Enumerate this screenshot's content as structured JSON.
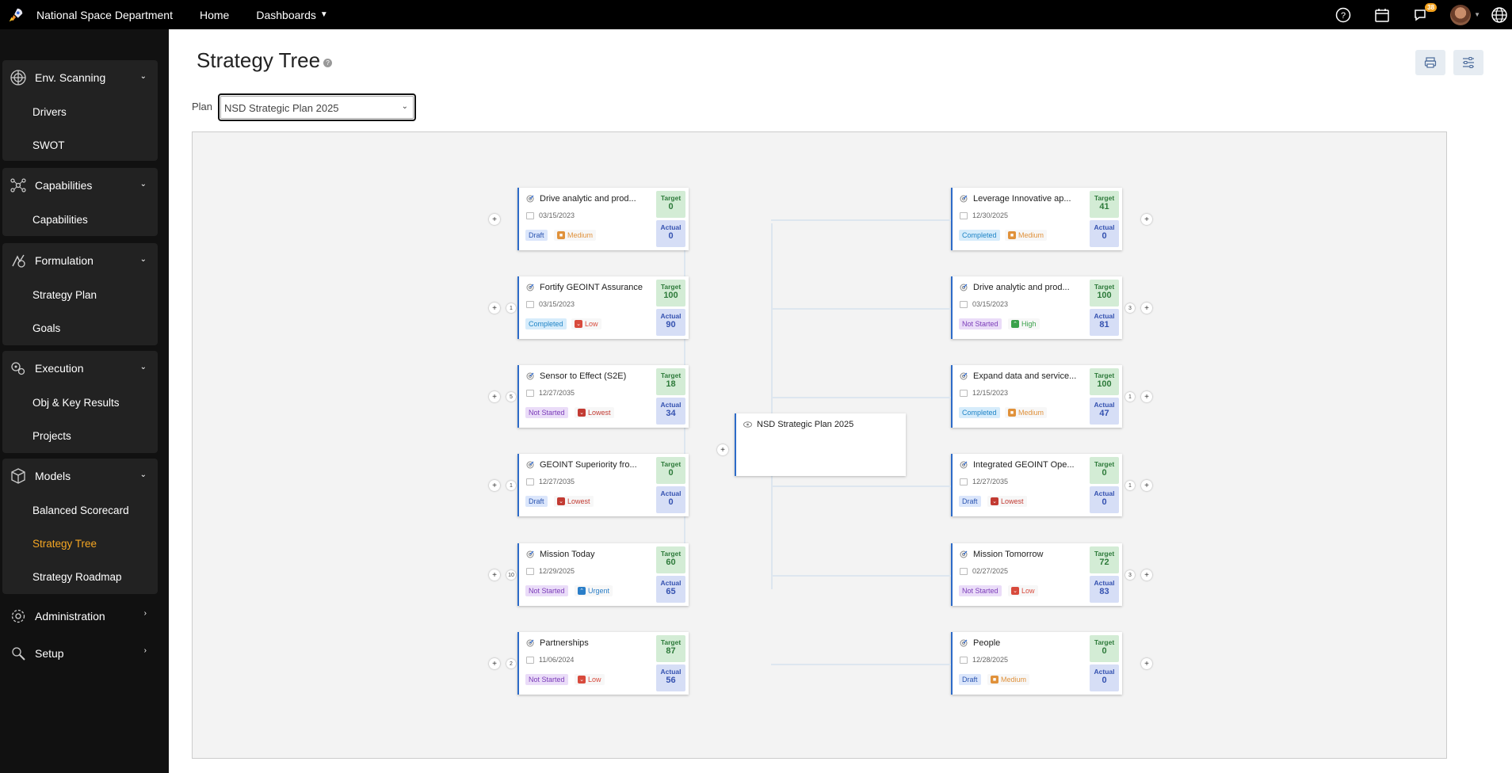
{
  "app": {
    "title": "National Space Department",
    "notifications": "38"
  },
  "nav": {
    "home": "Home",
    "dashboards": "Dashboards"
  },
  "sidebar": {
    "groups": [
      {
        "label": "Env. Scanning",
        "items": [
          "Drivers",
          "SWOT"
        ]
      },
      {
        "label": "Capabilities",
        "items": [
          "Capabilities"
        ]
      },
      {
        "label": "Formulation",
        "items": [
          "Strategy Plan",
          "Goals"
        ]
      },
      {
        "label": "Execution",
        "items": [
          "Obj & Key Results",
          "Projects"
        ]
      },
      {
        "label": "Models",
        "items": [
          "Balanced Scorecard",
          "Strategy Tree",
          "Strategy Roadmap"
        ]
      }
    ],
    "administration": "Administration",
    "setup": "Setup",
    "active_color": "#f5a623"
  },
  "page": {
    "title": "Strategy Tree",
    "help": "?",
    "plan_label": "Plan",
    "plan_value": "NSD Strategic Plan 2025"
  },
  "tree": {
    "root": {
      "title": "NSD Strategic Plan 2025"
    },
    "labels": {
      "target": "Target",
      "actual": "Actual"
    },
    "left": [
      {
        "title": "Drive analytic and prod...",
        "date": "03/15/2023",
        "status": "Draft",
        "priority": "Medium",
        "target": "0",
        "actual": "0",
        "count": ""
      },
      {
        "title": "Fortify GEOINT Assurance",
        "date": "03/15/2023",
        "status": "Completed",
        "priority": "Low",
        "target": "100",
        "actual": "90",
        "count": "1"
      },
      {
        "title": "Sensor to Effect (S2E)",
        "date": "12/27/2035",
        "status": "Not Started",
        "priority": "Lowest",
        "target": "18",
        "actual": "34",
        "count": "5"
      },
      {
        "title": "GEOINT Superiority fro...",
        "date": "12/27/2035",
        "status": "Draft",
        "priority": "Lowest",
        "target": "0",
        "actual": "0",
        "count": "1"
      },
      {
        "title": "Mission Today",
        "date": "12/29/2025",
        "status": "Not Started",
        "priority": "Urgent",
        "target": "60",
        "actual": "65",
        "count": "10"
      },
      {
        "title": "Partnerships",
        "date": "11/06/2024",
        "status": "Not Started",
        "priority": "Low",
        "target": "87",
        "actual": "56",
        "count": "2"
      }
    ],
    "right": [
      {
        "title": "Leverage Innovative ap...",
        "date": "12/30/2025",
        "status": "Completed",
        "priority": "Medium",
        "target": "41",
        "actual": "0",
        "count": ""
      },
      {
        "title": "Drive analytic and prod...",
        "date": "03/15/2023",
        "status": "Not Started",
        "priority": "High",
        "target": "100",
        "actual": "81",
        "count": "3"
      },
      {
        "title": "Expand data and service...",
        "date": "12/15/2023",
        "status": "Completed",
        "priority": "Medium",
        "target": "100",
        "actual": "47",
        "count": "1"
      },
      {
        "title": "Integrated GEOINT Ope...",
        "date": "12/27/2035",
        "status": "Draft",
        "priority": "Lowest",
        "target": "0",
        "actual": "0",
        "count": "1"
      },
      {
        "title": "Mission Tomorrow",
        "date": "02/27/2025",
        "status": "Not Started",
        "priority": "Low",
        "target": "72",
        "actual": "83",
        "count": "3"
      },
      {
        "title": "People",
        "date": "12/28/2025",
        "status": "Draft",
        "priority": "Medium",
        "target": "0",
        "actual": "0",
        "count": ""
      }
    ]
  }
}
